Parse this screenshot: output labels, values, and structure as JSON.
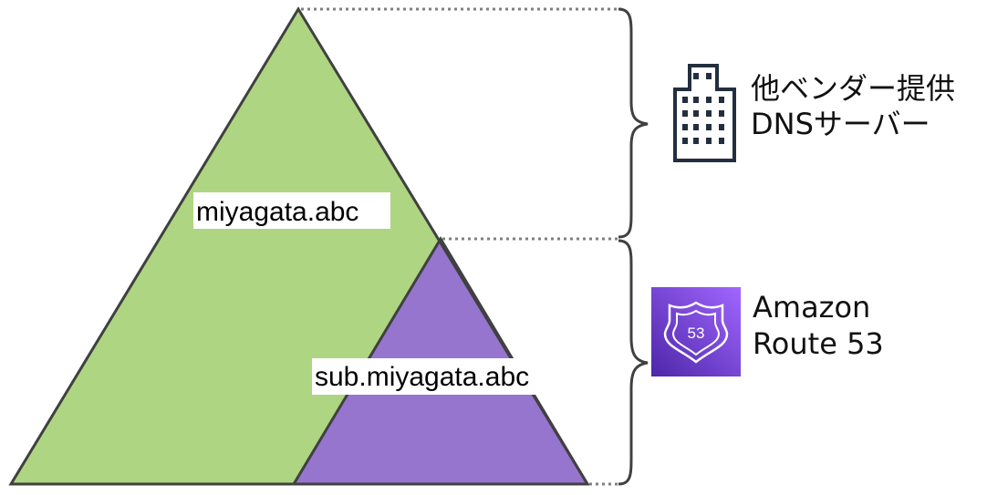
{
  "zones": {
    "parent": {
      "name": "miyagata.abc",
      "color": "#aed581"
    },
    "child": {
      "name": "sub.miyagata.abc",
      "color": "#9575cd"
    }
  },
  "providers": {
    "upper": {
      "icon": "office-building-icon",
      "line1": "他ベンダー提供",
      "line2": "DNSサーバー",
      "icon_color": "#232f3e"
    },
    "lower": {
      "icon": "route53-shield-icon",
      "badge_text": "53",
      "line1": "Amazon",
      "line2": "Route 53",
      "icon_gradient": [
        "#4d27a8",
        "#a166ff"
      ]
    }
  }
}
